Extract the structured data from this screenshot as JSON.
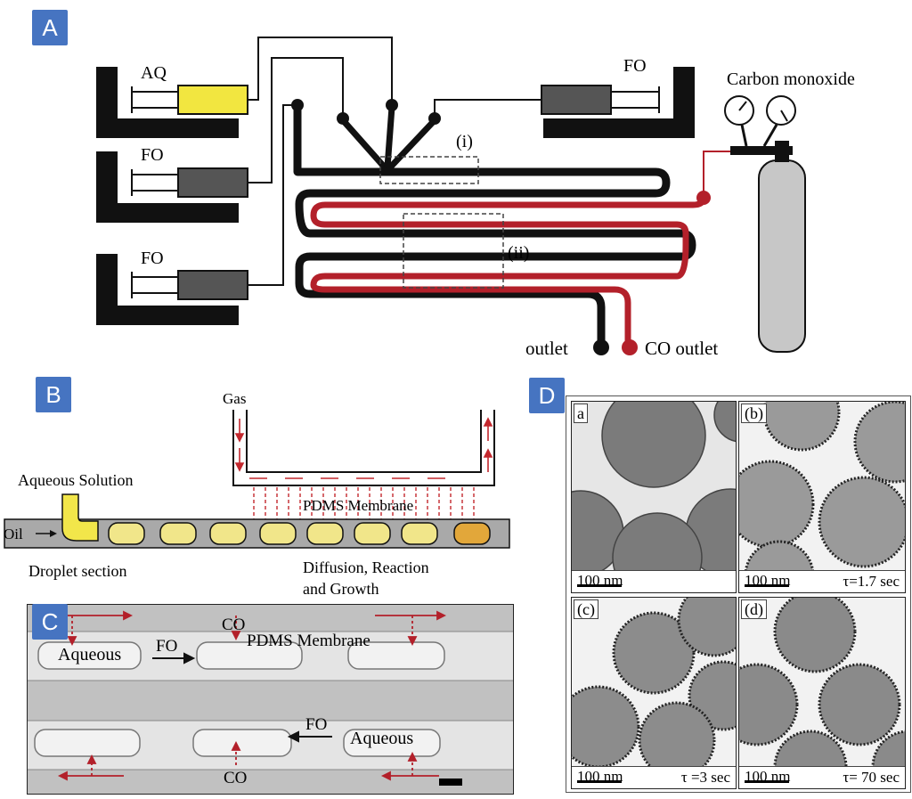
{
  "panels": {
    "a": "A",
    "b": "B",
    "c": "C",
    "d": "D"
  },
  "panel_a": {
    "syringe_aq": "AQ",
    "syringe_fo_1": "FO",
    "syringe_fo_2": "FO",
    "syringe_fo_right": "FO",
    "gas_tank": "Carbon monoxide",
    "zone_i": "(i)",
    "zone_ii": "(ii)",
    "outlet": "outlet",
    "co_outlet": "CO outlet"
  },
  "panel_b": {
    "gas": "Gas",
    "aqueous_solution": "Aqueous Solution",
    "oil": "Oil",
    "membrane": "PDMS Membrane",
    "droplet_section": "Droplet section",
    "diffusion_line1": "Diffusion, Reaction",
    "diffusion_line2": "and Growth"
  },
  "panel_c": {
    "co_top": "CO",
    "membrane": "PDMS Membrane",
    "aqueous_left": "Aqueous",
    "fo_top": "FO",
    "fo_bottom": "FO",
    "aqueous_right": "Aqueous",
    "co_bottom": "CO"
  },
  "panel_d": {
    "images": [
      {
        "label": "a",
        "scale": "100 nm",
        "tau": ""
      },
      {
        "label": "(b)",
        "scale": "100 nm",
        "tau": "τ=1.7 sec"
      },
      {
        "label": "(c)",
        "scale": "100 nm",
        "tau": "τ =3 sec"
      },
      {
        "label": "(d)",
        "scale": "100 nm",
        "tau": "τ= 70 sec"
      }
    ]
  },
  "colors": {
    "tag_blue": "#4674c1",
    "channel_black": "#111111",
    "channel_red": "#b3202a",
    "aq_yellow": "#f2e640",
    "droplet_yellow": "#f1e68a"
  }
}
